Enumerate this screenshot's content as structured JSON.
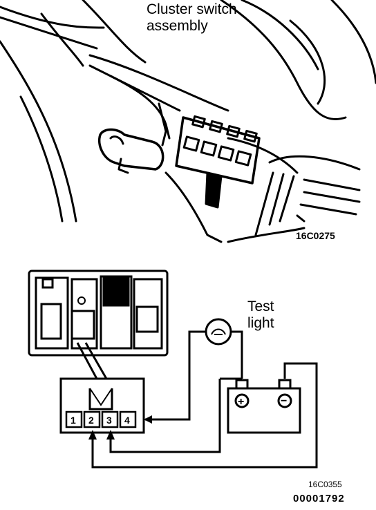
{
  "labels": {
    "cluster_line1": "Cluster switch",
    "cluster_line2": "assembly",
    "test_line1": "Test",
    "test_line2": "light",
    "figure_code_top": "16C0275",
    "figure_code_bottom": "16C0355",
    "document_number": "00001792"
  },
  "connector": {
    "pins": [
      "1",
      "2",
      "3",
      "4"
    ]
  },
  "battery": {
    "positive": "+",
    "negative": "−"
  }
}
